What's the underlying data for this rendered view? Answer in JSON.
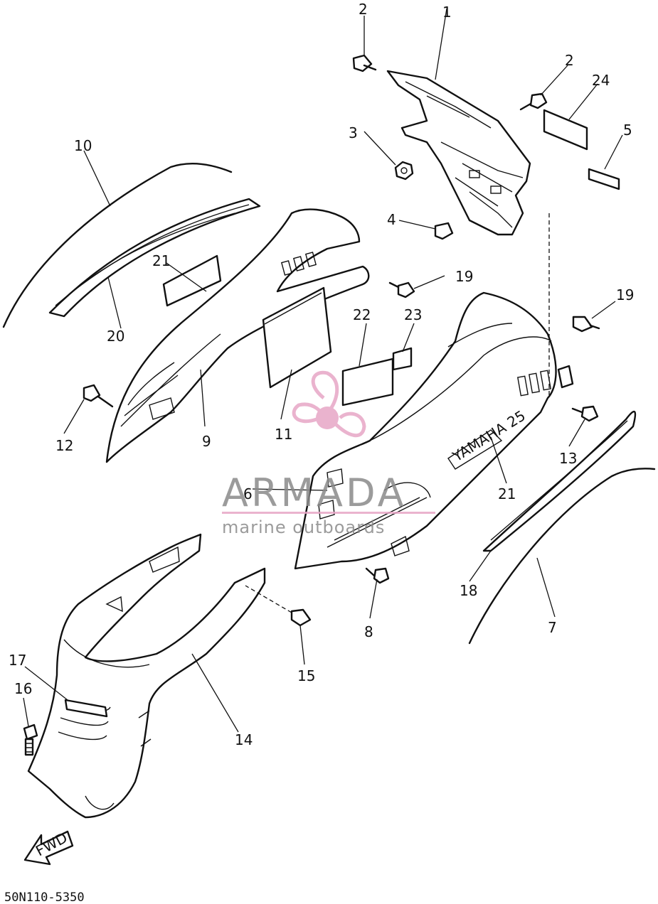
{
  "labels": {
    "l1": "1",
    "l2a": "2",
    "l2b": "2",
    "l3": "3",
    "l4": "4",
    "l5": "5",
    "l6": "6",
    "l7": "7",
    "l8": "8",
    "l9": "9",
    "l10": "10",
    "l11": "11",
    "l12": "12",
    "l13": "13",
    "l14": "14",
    "l15": "15",
    "l16": "16",
    "l17": "17",
    "l18": "18",
    "l19a": "19",
    "l19b": "19",
    "l20": "20",
    "l21a": "21",
    "l21b": "21",
    "l22": "22",
    "l23": "23",
    "l24": "24"
  },
  "markings": {
    "yamaha_badge": "YAMAHA 25",
    "fwd_arrow": "FWD"
  },
  "watermark": {
    "brand": "ARMADA",
    "tagline": "marine outboards",
    "color": "#e7a6c6"
  },
  "drawing_code": "50N110-5350"
}
